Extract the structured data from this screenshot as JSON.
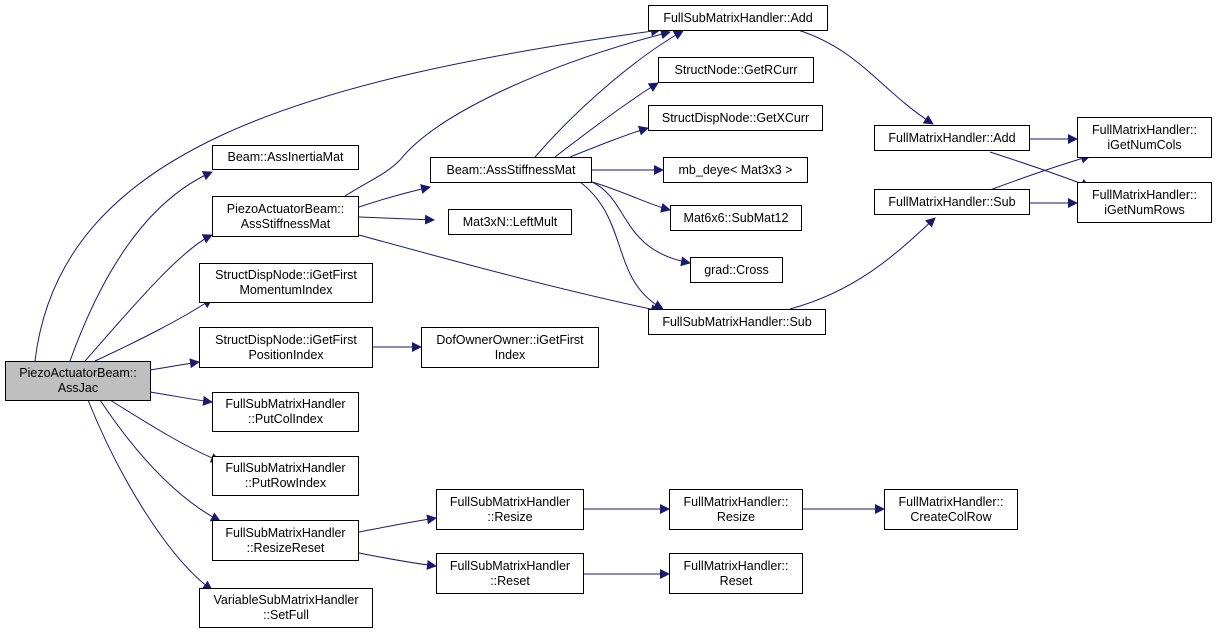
{
  "graph": {
    "edge_color": "#191970",
    "root_fill": "#bfbfbf",
    "nodes": {
      "root": [
        "PiezoActuatorBeam::",
        "AssJac"
      ],
      "beam_assinertia": [
        "Beam::AssInertiaMat"
      ],
      "piezo_assstiff": [
        "PiezoActuatorBeam::",
        "AssStiffnessMat"
      ],
      "sdn_momentum": [
        "StructDispNode::iGetFirst",
        "MomentumIndex"
      ],
      "sdn_position": [
        "StructDispNode::iGetFirst",
        "PositionIndex"
      ],
      "fsm_putcol": [
        "FullSubMatrixHandler",
        "::PutColIndex"
      ],
      "fsm_putrow": [
        "FullSubMatrixHandler",
        "::PutRowIndex"
      ],
      "fsm_resizereset": [
        "FullSubMatrixHandler",
        "::ResizeReset"
      ],
      "vsm_setfull": [
        "VariableSubMatrixHandler",
        "::SetFull"
      ],
      "beam_assstiff": [
        "Beam::AssStiffnessMat"
      ],
      "mat3xn_leftmult": [
        "Mat3xN::LeftMult"
      ],
      "dof_getfirst": [
        "DofOwnerOwner::iGetFirst",
        "Index"
      ],
      "fsm_resize": [
        "FullSubMatrixHandler",
        "::Resize"
      ],
      "fsm_reset": [
        "FullSubMatrixHandler",
        "::Reset"
      ],
      "fsm_add": [
        "FullSubMatrixHandler::Add"
      ],
      "sn_getrcurr": [
        "StructNode::GetRCurr"
      ],
      "sdn_getxcurr": [
        "StructDispNode::GetXCurr"
      ],
      "mb_deye": [
        "mb_deye< Mat3x3 >"
      ],
      "mat6x6_submat": [
        "Mat6x6::SubMat12"
      ],
      "grad_cross": [
        "grad::Cross"
      ],
      "fsm_sub": [
        "FullSubMatrixHandler::Sub"
      ],
      "fm_resize": [
        "FullMatrixHandler::",
        "Resize"
      ],
      "fm_reset": [
        "FullMatrixHandler::",
        "Reset"
      ],
      "fm_add": [
        "FullMatrixHandler::Add"
      ],
      "fm_sub": [
        "FullMatrixHandler::Sub"
      ],
      "fm_createcolrow": [
        "FullMatrixHandler::",
        "CreateColRow"
      ],
      "fm_getnumcols": [
        "FullMatrixHandler::",
        "iGetNumCols"
      ],
      "fm_getnumrows": [
        "FullMatrixHandler::",
        "iGetNumRows"
      ]
    }
  }
}
